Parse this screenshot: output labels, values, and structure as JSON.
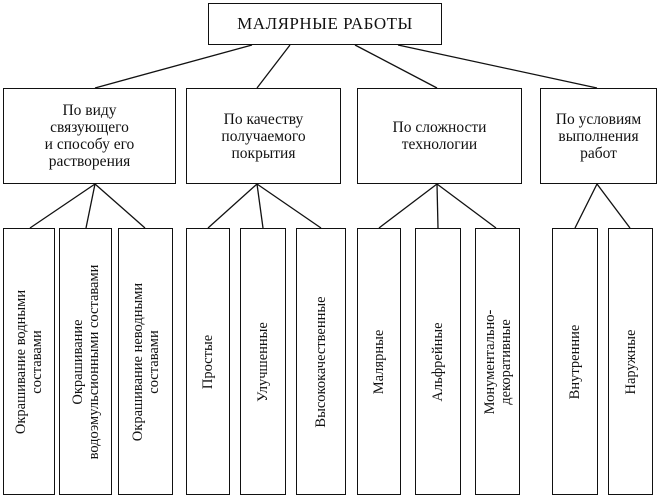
{
  "root": "МАЛЯРНЫЕ РАБОТЫ",
  "categories": [
    {
      "label": "По виду\nсвязующего\nи способу его\nрастворения",
      "leaves": [
        "Окрашивание водными\nсоставами",
        "Окрашивание\nводоэмульсионными составами",
        "Окрашивание неводными\nсоставами"
      ]
    },
    {
      "label": "По качеству\nполучаемого\nпокрытия",
      "leaves": [
        "Простые",
        "Улучшенные",
        "Высококачественные"
      ]
    },
    {
      "label": "По сложности\nтехнологии",
      "leaves": [
        "Малярные",
        "Альфрейные",
        "Монументально-\nдекоративные"
      ]
    },
    {
      "label": "По условиям\nвыполнения\nработ",
      "leaves": [
        "Внутренние",
        "Наружные"
      ]
    }
  ]
}
